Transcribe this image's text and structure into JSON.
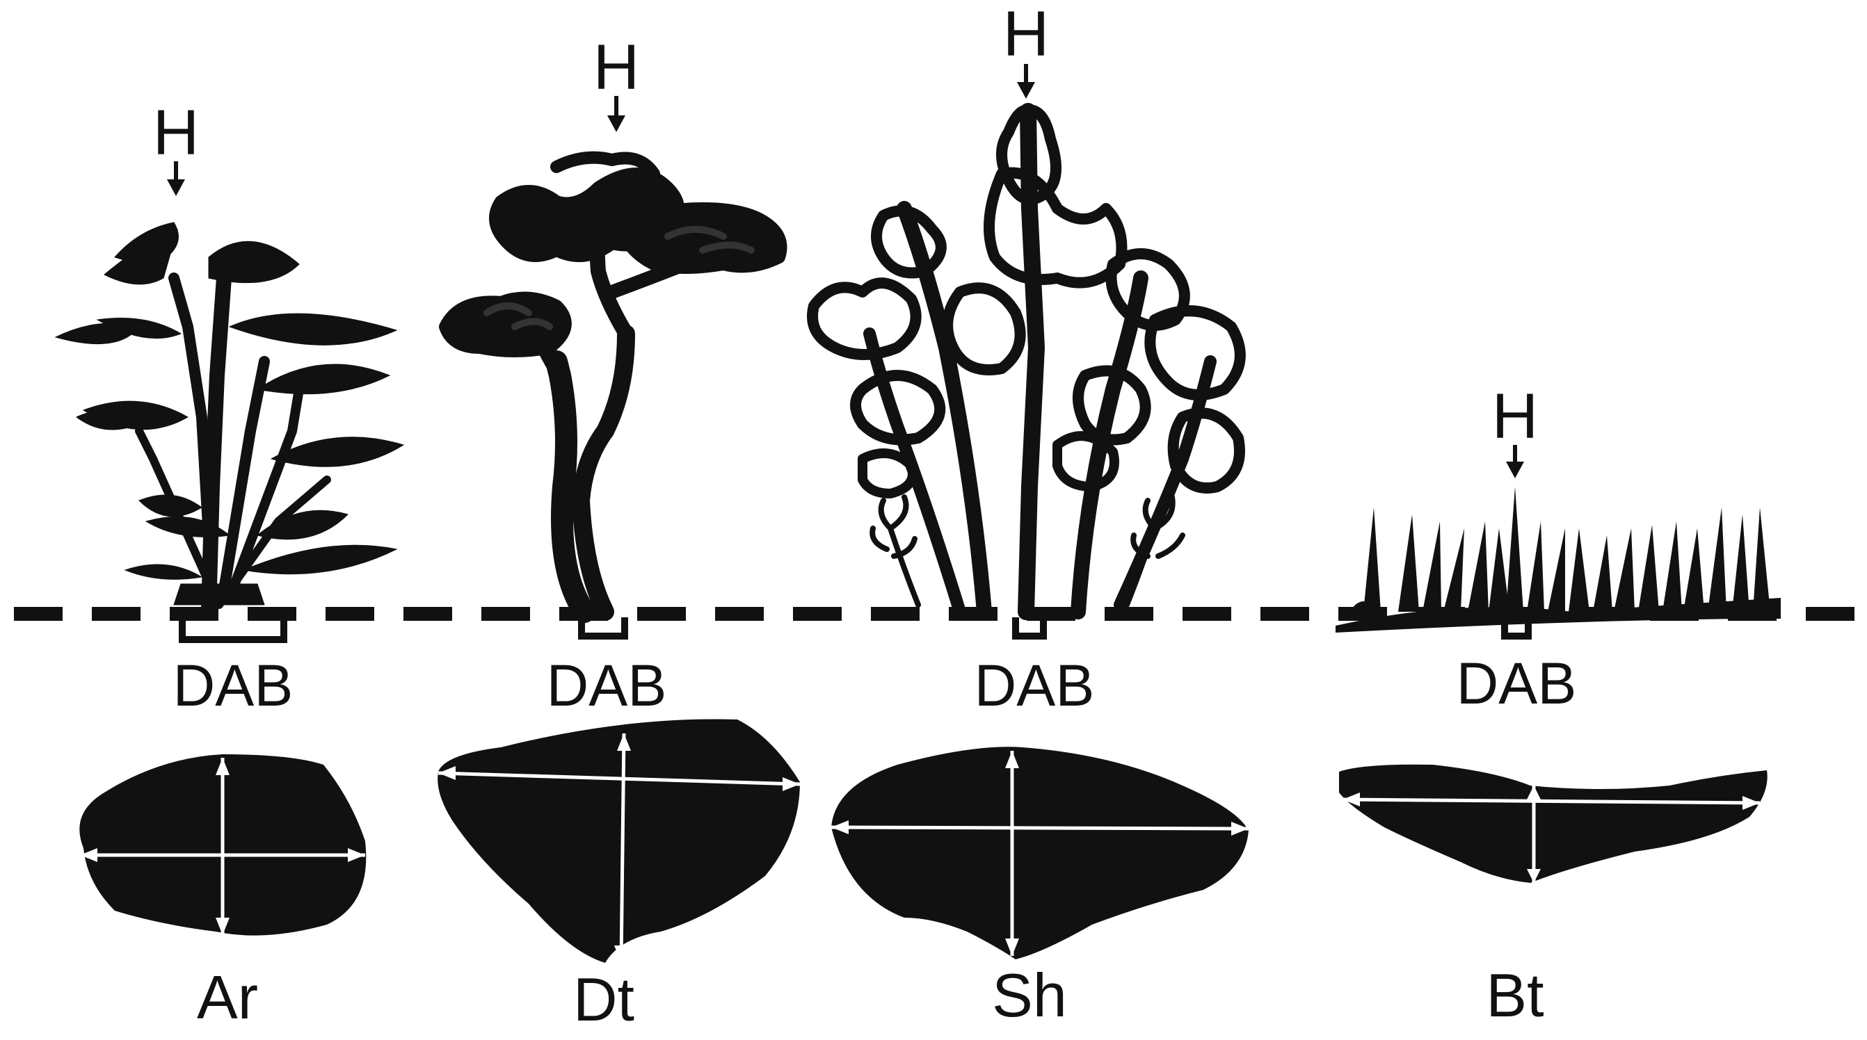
{
  "colors": {
    "ink": "#111111",
    "background": "#ffffff",
    "arrow": "#ffffff"
  },
  "height_marker": "H",
  "base_label": "DAB",
  "ground_line": "dashed",
  "panels": [
    {
      "id": "ar",
      "type_label": "Ar",
      "height_label": "H",
      "base_label": "DAB",
      "icon": "arborescent-plant-silhouette"
    },
    {
      "id": "dt",
      "type_label": "Dt",
      "height_label": "H",
      "base_label": "DAB",
      "icon": "dwarf-tree-silhouette"
    },
    {
      "id": "sh",
      "type_label": "Sh",
      "height_label": "H",
      "base_label": "DAB",
      "icon": "shrub-silhouette"
    },
    {
      "id": "bt",
      "type_label": "Bt",
      "height_label": "H",
      "base_label": "DAB",
      "icon": "bunch-grass-silhouette"
    }
  ]
}
